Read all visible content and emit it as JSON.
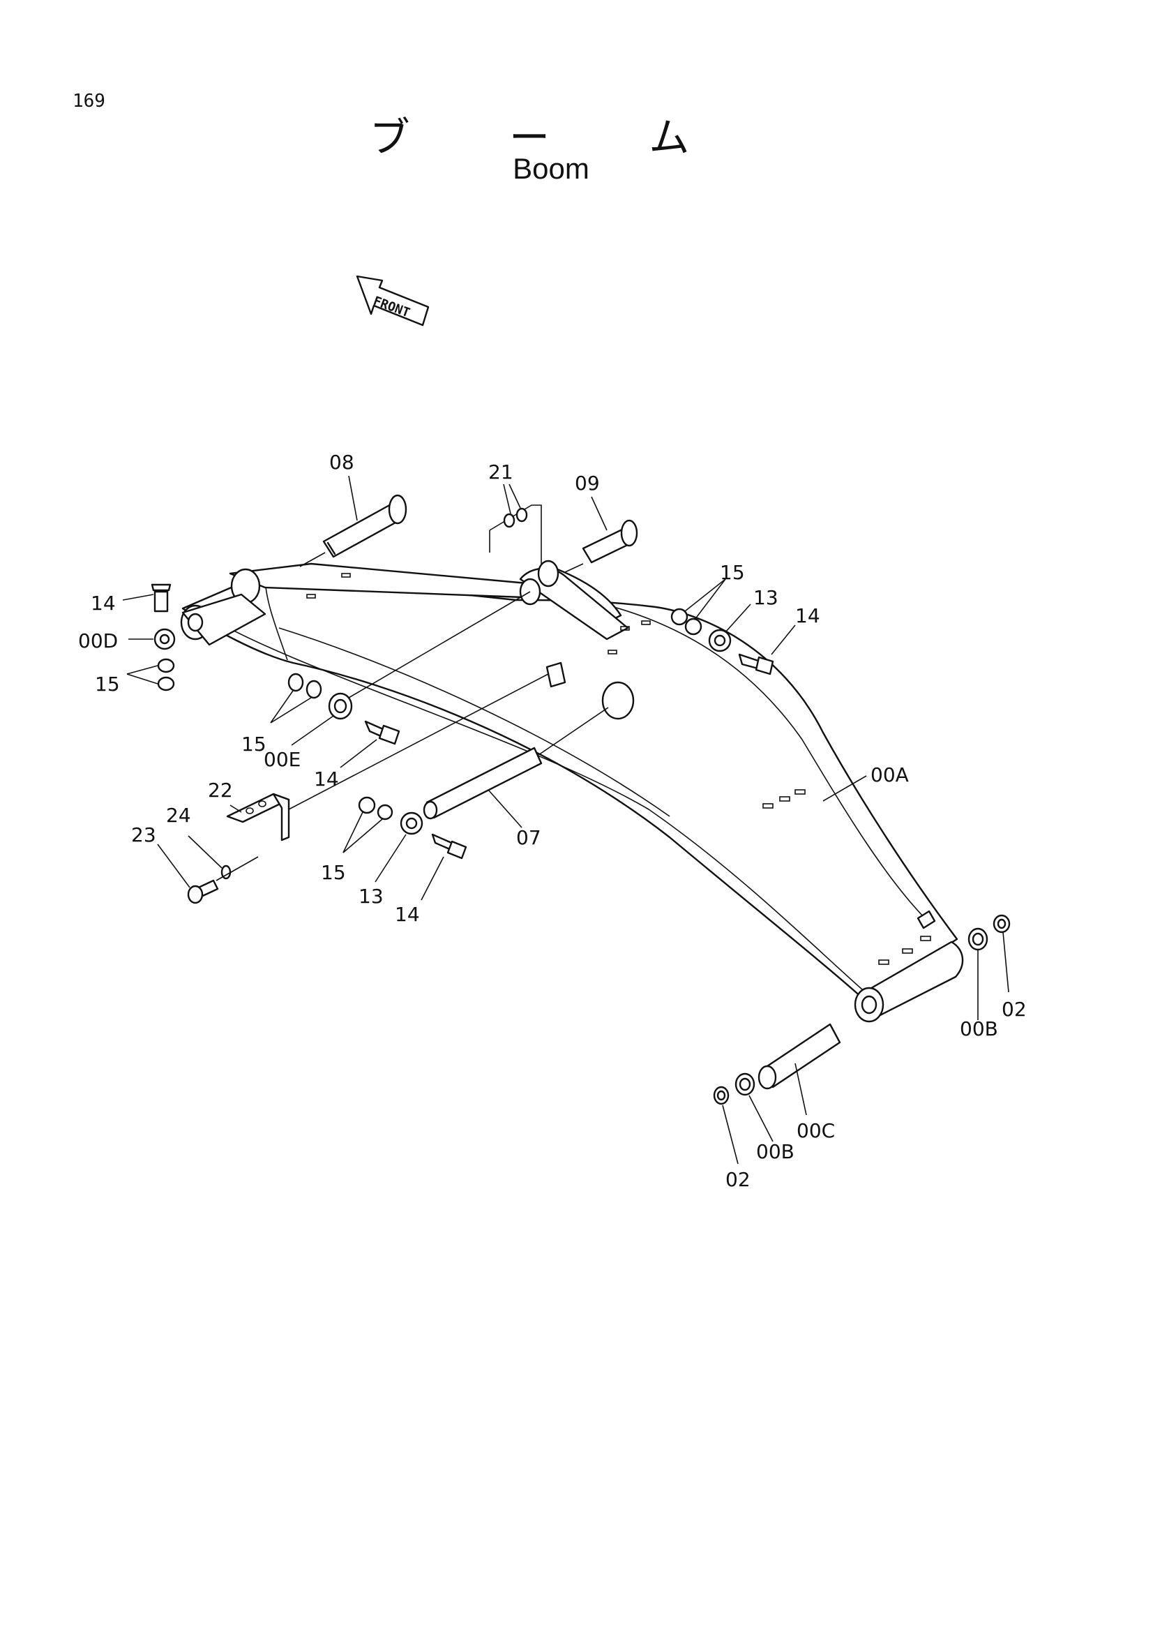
{
  "page": {
    "number": "169",
    "title_jp": "ブ ー ム",
    "title_en": "Boom"
  },
  "front_indicator": "FRONT",
  "labels": {
    "p08": "08",
    "p21": "21",
    "p09": "09",
    "p15_right": "15",
    "p13_right": "13",
    "p14_right": "14",
    "p14_left": "14",
    "p00d": "00D",
    "p15_left": "15",
    "p15_mid": "15",
    "p00e": "00E",
    "p14_mid": "14",
    "p00a": "00A",
    "p22": "22",
    "p24": "24",
    "p23": "23",
    "p07": "07",
    "p15_lower": "15",
    "p13_lower": "13",
    "p14_lower": "14",
    "p00b_right": "00B",
    "p02_right": "02",
    "p00c": "00C",
    "p00b_lower": "00B",
    "p02_lower": "02"
  }
}
